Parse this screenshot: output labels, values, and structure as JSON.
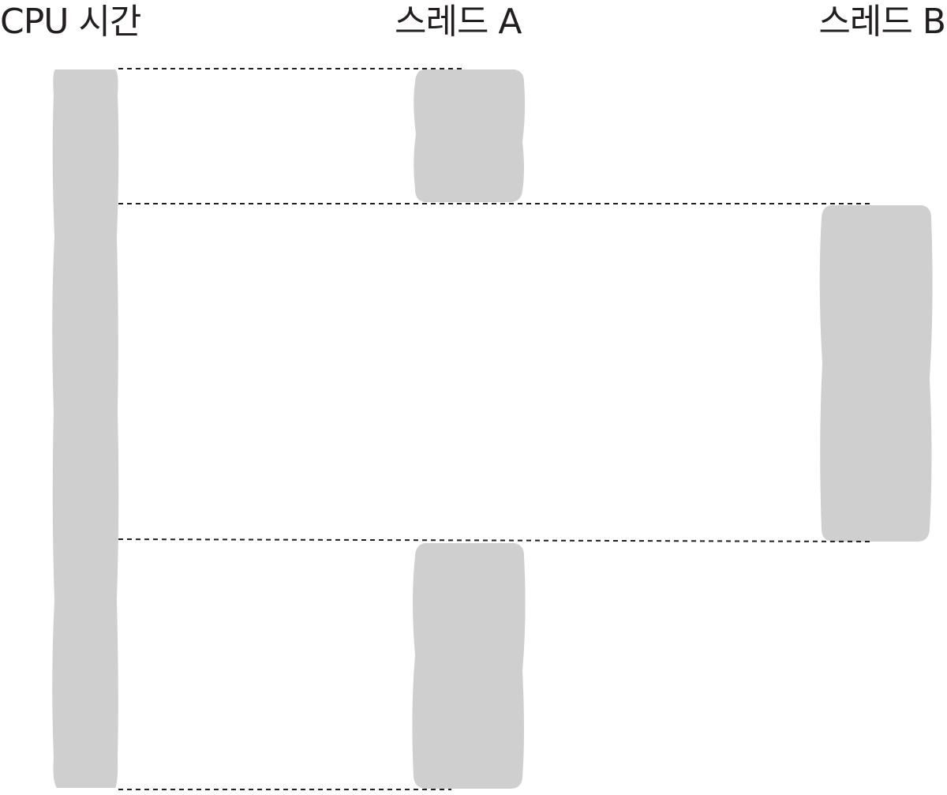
{
  "columns": {
    "cpu": "CPU 시간",
    "thread_a": "스레드 A",
    "thread_b": "스레드 B"
  },
  "colors": {
    "block": "#cfcfcf",
    "dash": "#231f20",
    "text": "#231f20"
  }
}
